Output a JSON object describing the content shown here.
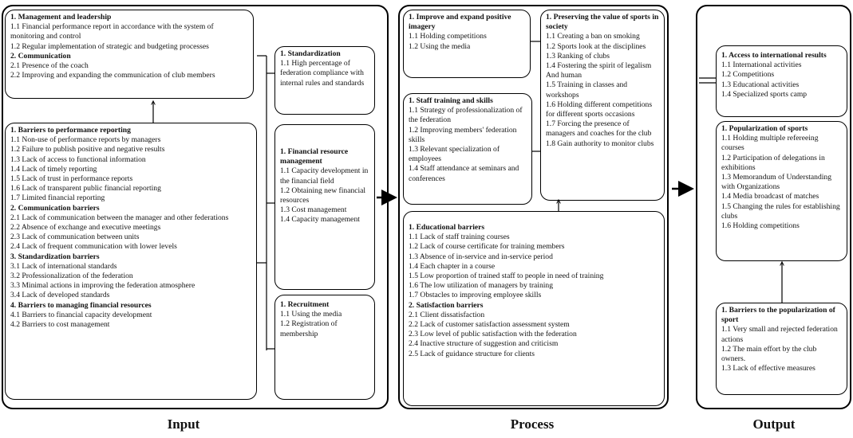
{
  "labels": {
    "input": "Input",
    "process": "Process",
    "output": "Output"
  },
  "input": {
    "mgmt_box": [
      {
        "t": "1. Management and leadership",
        "b": true
      },
      {
        "t": "1.1 Financial performance report in accordance with the system of monitoring and control"
      },
      {
        "t": "1.2 Regular implementation of strategic and budgeting processes"
      },
      {
        "t": "2. Communication",
        "b": true
      },
      {
        "t": "2.1 Presence of the coach"
      },
      {
        "t": "2.2 Improving and expanding the communication of club members"
      }
    ],
    "barriers_box": [
      {
        "t": "1. Barriers to performance reporting",
        "b": true
      },
      {
        "t": "1.1 Non-use of performance reports by managers"
      },
      {
        "t": "1.2 Failure to publish positive and negative results"
      },
      {
        "t": "1.3 Lack of access to functional information"
      },
      {
        "t": "1.4 Lack of timely reporting"
      },
      {
        "t": "1.5 Lack of trust in performance reports"
      },
      {
        "t": "1.6 Lack of transparent public financial reporting"
      },
      {
        "t": "1.7 Limited financial reporting"
      },
      {
        "t": "2. Communication barriers",
        "b": true
      },
      {
        "t": "2.1 Lack of communication between the manager and other federations"
      },
      {
        "t": "2.2 Absence of exchange and executive meetings"
      },
      {
        "t": "2.3 Lack of communication between units"
      },
      {
        "t": "2.4 Lack of frequent communication with lower levels"
      },
      {
        "t": "3. Standardization barriers",
        "b": true
      },
      {
        "t": "3.1 Lack of international standards"
      },
      {
        "t": "3.2 Professionalization of the federation"
      },
      {
        "t": "3.3 Minimal actions in improving the federation atmosphere"
      },
      {
        "t": "3.4 Lack of developed standards"
      },
      {
        "t": "4. Barriers to managing financial resources",
        "b": true
      },
      {
        "t": "4.1 Barriers to financial capacity development"
      },
      {
        "t": "4.2 Barriers to cost management"
      }
    ],
    "standard_box": [
      {
        "t": "1. Standardization",
        "b": true
      },
      {
        "t": "1.1 High percentage of federation compliance with internal rules and standards"
      }
    ],
    "finance_box": [
      {
        "t": "1. Financial resource management",
        "b": true
      },
      {
        "t": "1.1 Capacity development in the financial field"
      },
      {
        "t": "1.2 Obtaining new financial resources"
      },
      {
        "t": "1.3 Cost management"
      },
      {
        "t": "1.4 Capacity management"
      }
    ],
    "recruit_box": [
      {
        "t": "1. Recruitment",
        "b": true
      },
      {
        "t": "1.1 Using the media"
      },
      {
        "t": "1.2 Registration of membership"
      }
    ]
  },
  "process": {
    "imagery_box": [
      {
        "t": "1. Improve and expand positive imagery",
        "b": true
      },
      {
        "t": "1.1 Holding competitions"
      },
      {
        "t": "1.2 Using the media"
      }
    ],
    "staff_box": [
      {
        "t": "1. Staff training and skills",
        "b": true
      },
      {
        "t": "1.1 Strategy of professionalization of the federation"
      },
      {
        "t": "1.2 Improving members' federation skills"
      },
      {
        "t": "1.3 Relevant specialization of employees"
      },
      {
        "t": "1.4 Staff attendance at seminars and conferences"
      }
    ],
    "preserve_box": [
      {
        "t": "1. Preserving the value of sports in society",
        "b": true
      },
      {
        "t": "1.1 Creating a ban on smoking"
      },
      {
        "t": "1.2 Sports look at the disciplines"
      },
      {
        "t": "1.3 Ranking of clubs"
      },
      {
        "t": "1.4 Fostering the spirit of legalism And human"
      },
      {
        "t": "1.5 Training in classes and workshops"
      },
      {
        "t": "1.6 Holding different competitions for different sports occasions"
      },
      {
        "t": "1.7 Forcing the presence of managers and coaches for the club"
      },
      {
        "t": "1.8 Gain authority to monitor clubs"
      }
    ],
    "edu_box": [
      {
        "t": "1. Educational barriers",
        "b": true
      },
      {
        "t": "1.1 Lack of staff training courses"
      },
      {
        "t": "1.2 Lack of course certificate for training members"
      },
      {
        "t": "1.3 Absence of in-service and in-service period"
      },
      {
        "t": "1.4 Each chapter in a course"
      },
      {
        "t": "1.5 Low proportion of trained staff to people in need of training"
      },
      {
        "t": "1.6 The low utilization of managers by training"
      },
      {
        "t": "1.7 Obstacles to improving employee skills"
      },
      {
        "t": "2. Satisfaction barriers",
        "b": true
      },
      {
        "t": "2.1 Client dissatisfaction"
      },
      {
        "t": "2.2 Lack of customer satisfaction assessment system"
      },
      {
        "t": "2.3 Low level of public satisfaction with the federation"
      },
      {
        "t": "2.4 Inactive structure of suggestion and criticism"
      },
      {
        "t": "2.5 Lack of guidance structure for clients"
      }
    ]
  },
  "output": {
    "access_box": [
      {
        "t": "1. Access to international results",
        "b": true
      },
      {
        "t": "1.1 International activities"
      },
      {
        "t": "1.2 Competitions"
      },
      {
        "t": "1.3 Educational activities"
      },
      {
        "t": "1.4 Specialized sports camp"
      }
    ],
    "popular_box": [
      {
        "t": "1. Popularization of sports",
        "b": true
      },
      {
        "t": "1.1 Holding multiple refereeing courses"
      },
      {
        "t": "1.2 Participation of delegations in exhibitions"
      },
      {
        "t": "1.3 Memorandum of Understanding with Organizations"
      },
      {
        "t": "1.4 Media broadcast of matches"
      },
      {
        "t": "1.5 Changing the rules for establishing clubs"
      },
      {
        "t": "1.6 Holding competitions"
      }
    ],
    "pop_barriers_box": [
      {
        "t": "1. Barriers to the popularization of sport",
        "b": true
      },
      {
        "t": "1.1 Very small and rejected federation actions"
      },
      {
        "t": "1.2 The main effort by the club owners."
      },
      {
        "t": "1.3 Lack of effective measures"
      }
    ]
  }
}
